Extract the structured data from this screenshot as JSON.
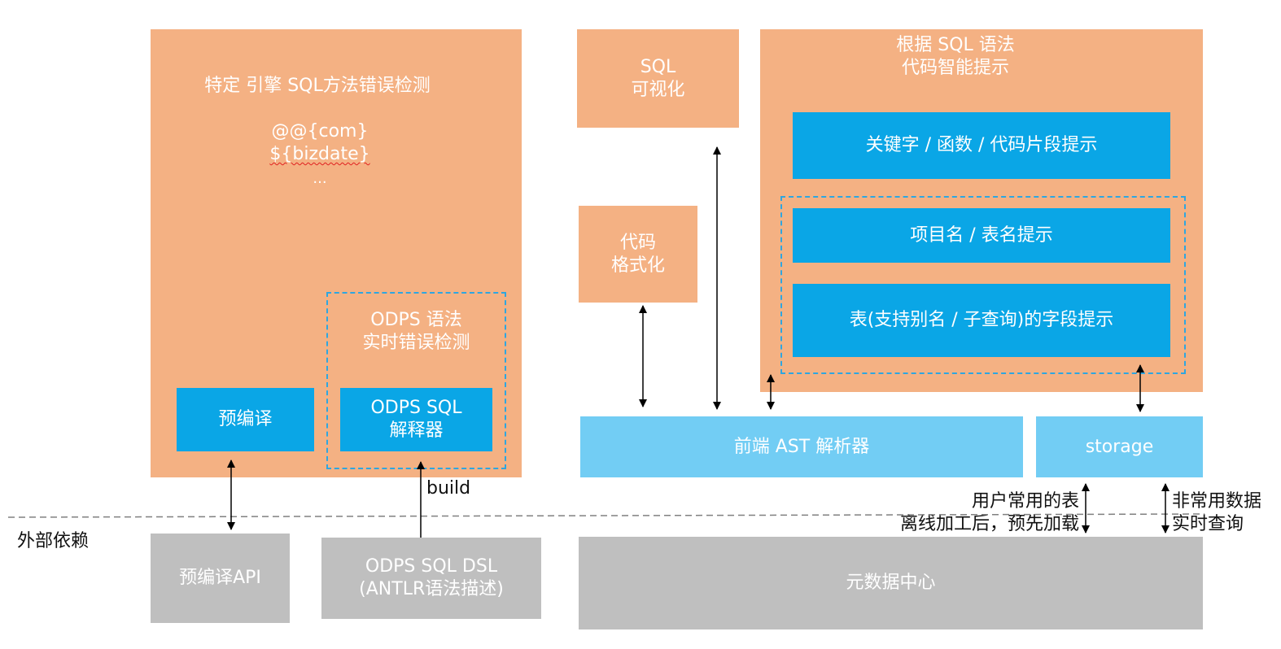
{
  "left_panel": {
    "title": "特定 引擎 SQL方法错误检测",
    "examples": [
      "@@{com}",
      "${bizdate}",
      "..."
    ],
    "odps_check": "ODPS 语法\n实时错误检测",
    "precompile": "预编译",
    "interpreter": "ODPS SQL\n解释器",
    "build_label": "build"
  },
  "right_panel": {
    "sql_visual": "SQL\n可视化",
    "code_format": "代码\n格式化",
    "smart_hint_title": "根据 SQL 语法\n代码智能提示",
    "hints": [
      "关键字 / 函数 / 代码片段提示",
      "项目名 / 表名提示",
      "表(支持别名 / 子查询)的字段提示"
    ],
    "ast_parser": "前端 AST 解析器",
    "storage": "storage",
    "preload_note": "用户常用的表\n离线加工后，预先加载",
    "realtime_note": "非常用数据\n实时查询"
  },
  "external": {
    "label": "外部依赖",
    "precompile_api": "预编译API",
    "dsl": "ODPS SQL DSL\n(ANTLR语法描述)",
    "metadata_center": "元数据中心"
  },
  "colors": {
    "orange": "#f4b183",
    "blue": "#0aa6e6",
    "light_blue": "#72cdf4",
    "grey": "#bfbfbf",
    "dashed_border": "#2ea6e0"
  }
}
